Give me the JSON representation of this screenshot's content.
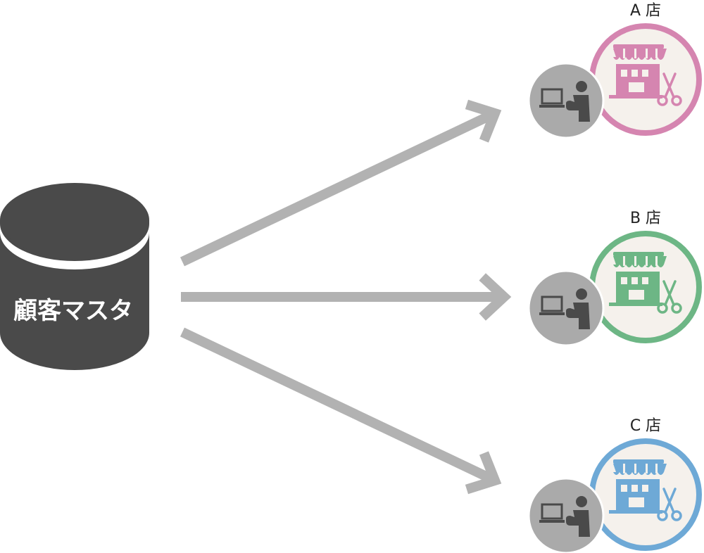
{
  "database": {
    "label": "顧客マスタ",
    "color": "#4a4a4a",
    "icon": "database-cylinder-icon"
  },
  "arrow_color": "#b2b2b2",
  "stores": [
    {
      "label": "A 店",
      "ring_color": "#d585b0",
      "icon_color": "#d585b0",
      "store_icon": "shop-awning-icon",
      "tool_icon": "scissors-icon",
      "staff_icon": "person-at-computer-icon"
    },
    {
      "label": "B 店",
      "ring_color": "#6db685",
      "icon_color": "#6db685",
      "store_icon": "shop-awning-icon",
      "tool_icon": "scissors-icon",
      "staff_icon": "person-at-computer-icon"
    },
    {
      "label": "C 店",
      "ring_color": "#6ea9d6",
      "icon_color": "#6ea9d6",
      "store_icon": "shop-awning-icon",
      "tool_icon": "scissors-icon",
      "staff_icon": "person-at-computer-icon"
    }
  ],
  "staff_badge_color": "#aaaaaa",
  "staff_figure_color": "#4a4a4a",
  "store_bg_color": "#f5f1ec"
}
